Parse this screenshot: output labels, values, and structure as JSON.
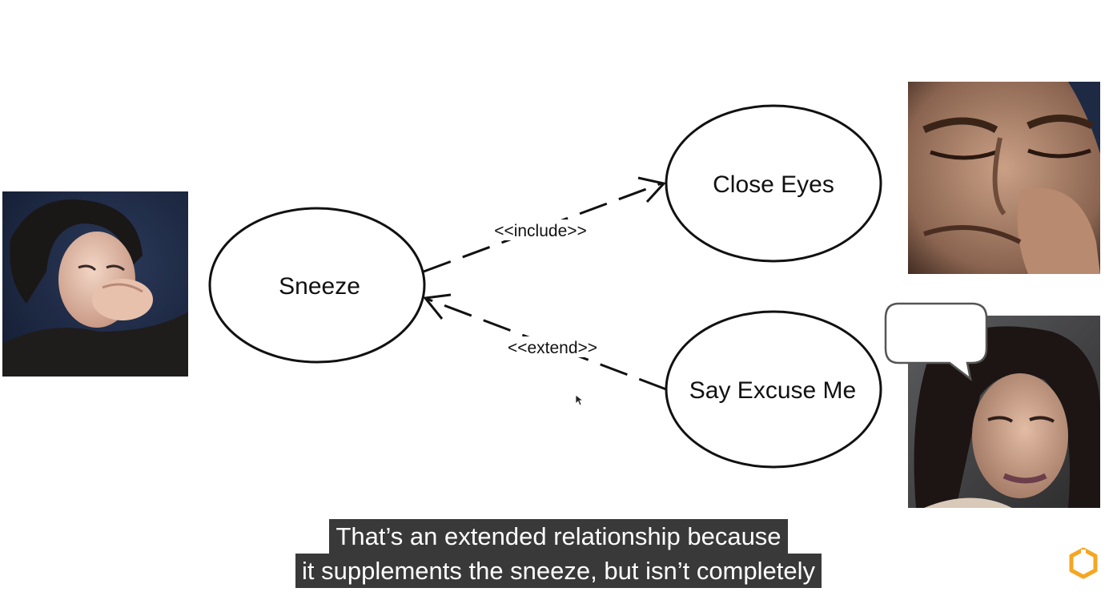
{
  "diagram": {
    "use_cases": {
      "sneeze": "Sneeze",
      "close_eyes": "Close Eyes",
      "say_excuse_me": "Say Excuse Me"
    },
    "relationships": {
      "include": "<<include>>",
      "extend": "<<extend>>"
    }
  },
  "caption": {
    "line1": "That’s an extended relationship because",
    "line2": "it supplements the sneeze, but isn’t completely"
  },
  "icons": {
    "logo": "brand-logo-icon",
    "cursor": "mouse-cursor-icon"
  },
  "colors": {
    "stroke": "#111111",
    "caption_bg": "#141414",
    "logo": "#f5a623"
  }
}
